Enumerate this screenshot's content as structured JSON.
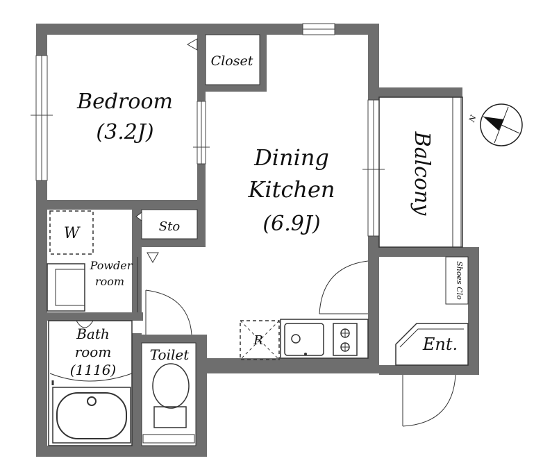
{
  "rooms": {
    "bedroom": {
      "name": "Bedroom",
      "size": "(3.2J)"
    },
    "closet": {
      "name": "Closet"
    },
    "dining_kitchen": {
      "name_line1": "Dining",
      "name_line2": "Kitchen",
      "size": "(6.9J)"
    },
    "balcony": {
      "name": "Balcony"
    },
    "storage": {
      "name": "Sto"
    },
    "washer": {
      "name": "W"
    },
    "powder_room": {
      "name_line1": "Powder",
      "name_line2": "room"
    },
    "bathroom": {
      "name_line1": "Bath",
      "name_line2": "room",
      "size": "(1116)"
    },
    "toilet": {
      "name": "Toilet"
    },
    "shoes_closet": {
      "name": "Shoes Clo"
    },
    "entrance": {
      "name": "Ent."
    },
    "refrigerator": {
      "name": "R"
    }
  },
  "compass": {
    "north_label": "N"
  },
  "colors": {
    "wall": "#6e6e6e",
    "line": "#222222",
    "background": "#ffffff"
  }
}
